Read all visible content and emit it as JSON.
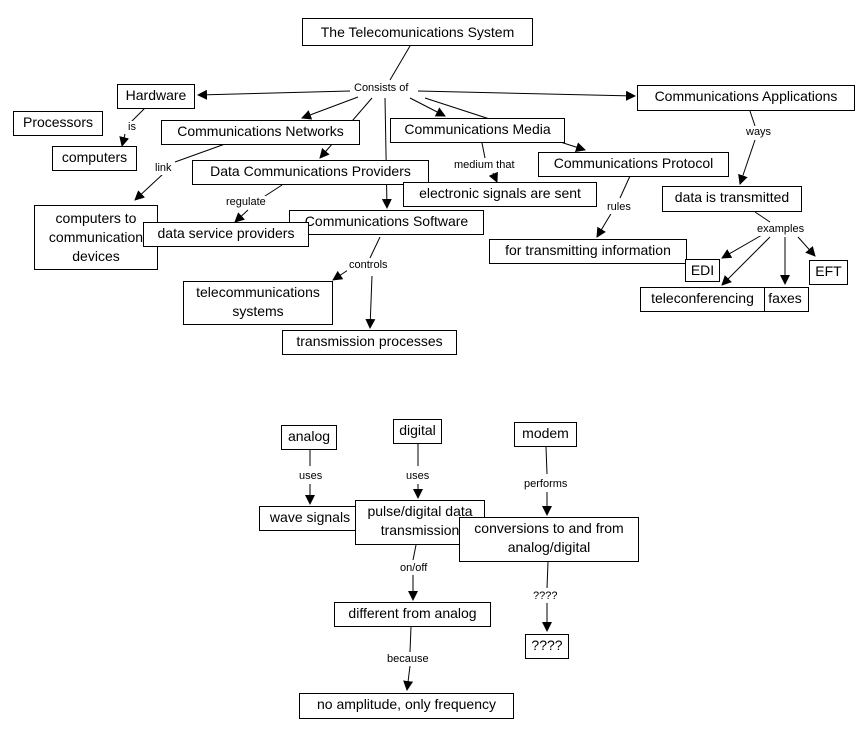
{
  "concepts": {
    "telecom_system": "The Telecomunications System",
    "hardware": "Hardware",
    "processors": "Processors",
    "computers": "computers",
    "comm_networks": "Communications Networks",
    "computers_to_devices": "computers to communication devices",
    "data_comm_providers": "Data Communications Providers",
    "data_service_providers": "data service providers",
    "comm_media": "Communications Media",
    "electronic_signals": "electronic signals are sent",
    "comm_software": "Communications Software",
    "telecom_systems": "telecommunications systems",
    "transmission_processes": "transmission processes",
    "comm_protocol": "Communications Protocol",
    "for_transmitting": "for transmitting information",
    "comm_applications": "Communications Applications",
    "data_transmitted": "data is transmitted",
    "edi": "EDI",
    "eft": "EFT",
    "faxes": "faxes",
    "teleconferencing": "teleconferencing",
    "analog": "analog",
    "digital": "digital",
    "modem": "modem",
    "wave_signals": "wave signals",
    "pulse_digital": "pulse/digital data transmission",
    "conversions": "conversions to and from analog/digital",
    "different_from_analog": "different from analog",
    "q_node": "????",
    "no_amplitude": "no amplitude, only frequency"
  },
  "links": {
    "consists_of": "Consists of",
    "is": "is",
    "link": "link",
    "regulate": "regulate",
    "medium_that": "medium that",
    "controls": "controls",
    "rules": "rules",
    "ways": "ways",
    "examples": "examples",
    "uses_analog": "uses",
    "uses_digital": "uses",
    "performs": "performs",
    "on_off": "on/off",
    "q_link": "????",
    "because": "because"
  }
}
